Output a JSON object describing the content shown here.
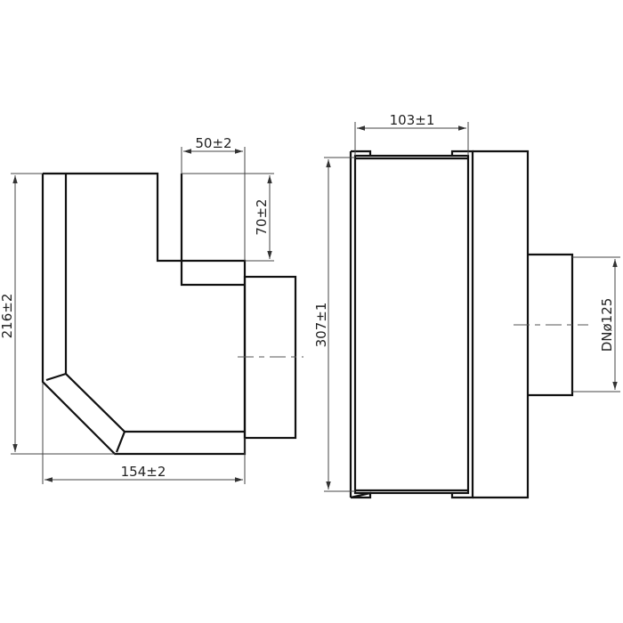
{
  "drawing": {
    "type": "technical-drawing",
    "views": [
      {
        "name": "side-view",
        "dimensions": {
          "height": "216±2",
          "width": "154±2",
          "slot_width": "50±2",
          "slot_depth": "70±2"
        }
      },
      {
        "name": "front-view",
        "dimensions": {
          "width": "103±1",
          "height": "307±1",
          "spigot_diameter": "DNø125"
        }
      }
    ],
    "colors": {
      "line": "#111111",
      "dimension_line": "#444444",
      "background": "#ffffff"
    }
  }
}
